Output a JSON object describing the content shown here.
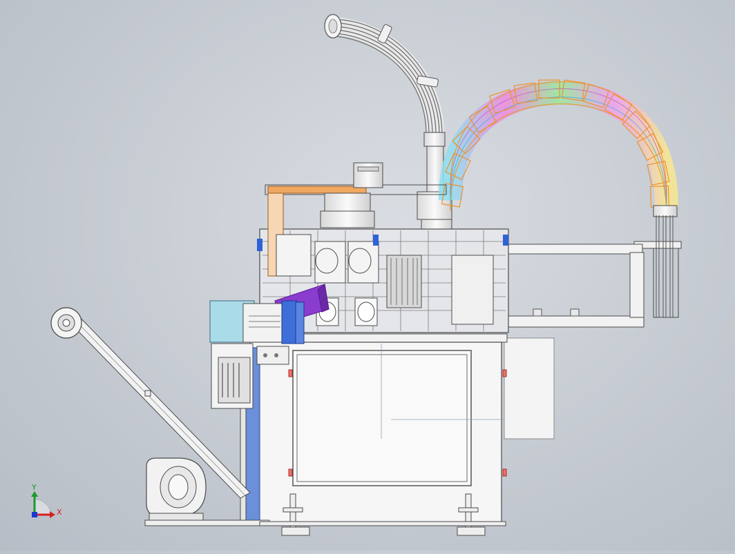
{
  "view": {
    "type": "cad-assembly-view",
    "background_color": "#c9ced5"
  },
  "triad": {
    "x_label": "X",
    "y_label": "Y",
    "x_color": "#d42020",
    "y_color": "#1a9a2a",
    "z_color": "#1a3ad4"
  },
  "colors": {
    "metal": "#ececec",
    "outline": "#4a4a4a",
    "motor_light_blue": "#a9dbe8",
    "panel_blue": "#6b8fd8",
    "chute_purple": "#8a3ccf",
    "plate_orange": "#e8a050",
    "arc_orange": "#f0a040",
    "accent_blue": "#2e62d6"
  }
}
